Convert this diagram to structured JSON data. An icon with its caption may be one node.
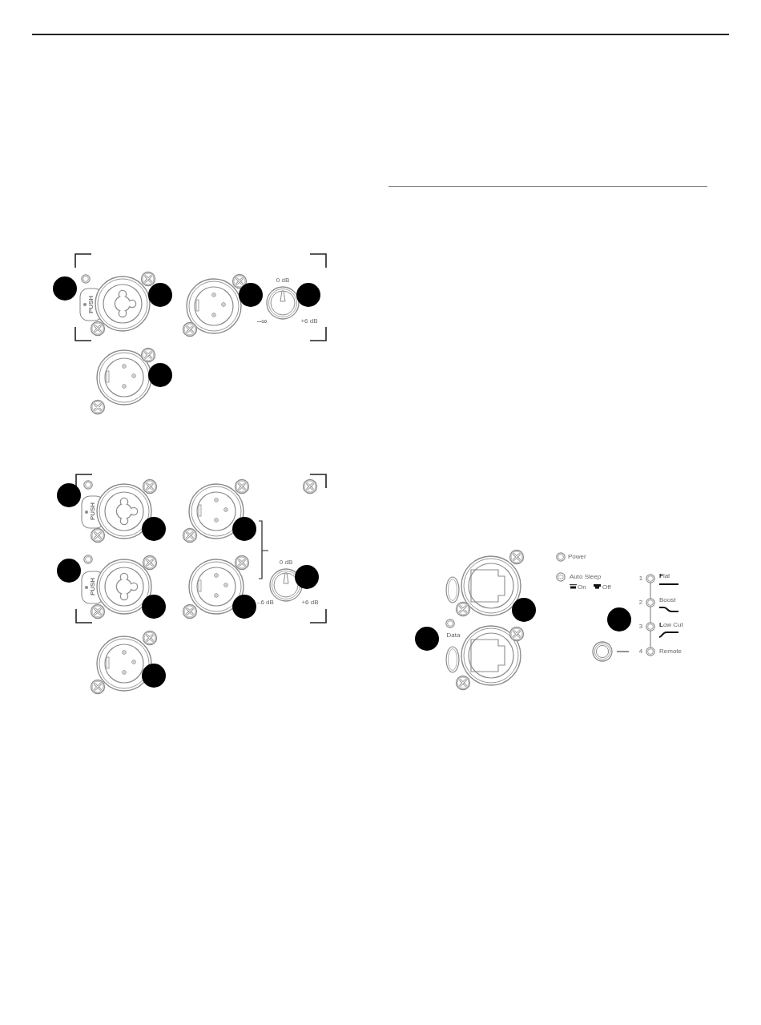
{
  "diagram": {
    "labels": [
      "PUSH",
      "0 dB",
      "–∞",
      "+6 dB",
      "PUSH",
      "0 dB",
      "PUSH",
      "–6 dB",
      "+6 dB",
      "Data",
      "Power",
      "Auto Sleep",
      "On",
      "Off",
      "1",
      "**F**lat",
      "2",
      "Boost",
      "3",
      "**L**ow Cut",
      "4",
      "Remote"
    ]
  }
}
